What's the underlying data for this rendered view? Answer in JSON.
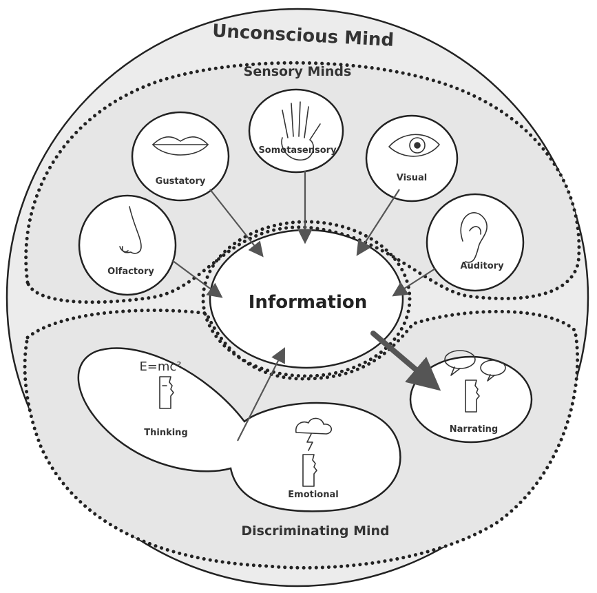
{
  "title": "Unconscious Mind",
  "sections": {
    "sensory": "Sensory Minds",
    "discriminating": "Discriminating Mind"
  },
  "center": "Information",
  "sensory_nodes": {
    "somotasensory": "Somotasensory",
    "gustatory": "Gustatory",
    "visual": "Visual",
    "olfactory": "Olfactory",
    "auditory": "Auditory"
  },
  "discriminating_nodes": {
    "thinking": "Thinking",
    "emotional": "Emotional",
    "narrating": "Narrating"
  },
  "formula": "E=mc²",
  "icons": {
    "somotasensory": "hand-icon",
    "gustatory": "lips-icon",
    "visual": "eye-icon",
    "olfactory": "nose-icon",
    "auditory": "ear-icon",
    "thinking": "face-profile-icon",
    "emotional": "storm-cloud-icon",
    "narrating": "speech-bubbles-icon"
  },
  "colors": {
    "background": "#ffffff",
    "region_fill": "#ececec",
    "node_fill": "#ffffff",
    "outline": "#222222",
    "arrow": "#555555"
  }
}
